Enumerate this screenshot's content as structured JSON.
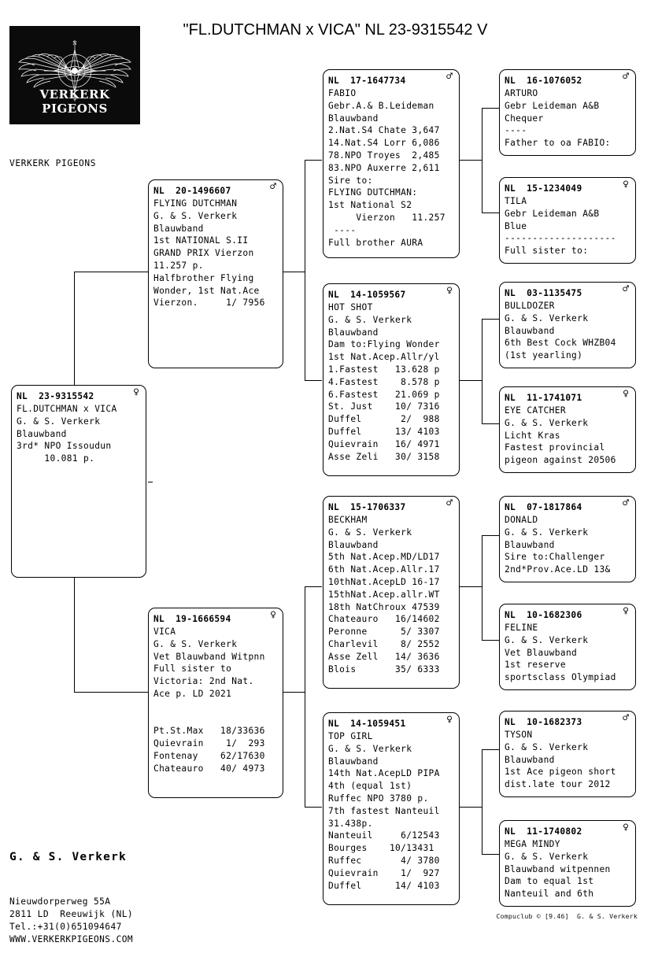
{
  "title": "\"FL.DUTCHMAN x VICA\"  NL  23-9315542 V",
  "logo": {
    "text": "VERKERK PIGEONS",
    "background": "#0b0b0b",
    "foreground": "#ffffff"
  },
  "brandline": "VERKERK PIGEONS",
  "symbols": {
    "male": "♂",
    "female": "♀"
  },
  "subject": {
    "ring": "NL  23-9315542",
    "sex": "♀",
    "lines": [
      "FL.DUTCHMAN x VICA",
      "G. & S. Verkerk",
      "Blauwband",
      "3rd* NPO Issoudun",
      "     10.081 p."
    ]
  },
  "sire": {
    "ring": "NL  20-1496607",
    "sex": "♂",
    "lines": [
      "FLYING DUTCHMAN",
      "G. & S. Verkerk",
      "Blauwband",
      "1st NATIONAL S.II",
      "GRAND PRIX Vierzon",
      "11.257 p.",
      "Halfbrother Flying",
      "Wonder, 1st Nat.Ace",
      "Vierzon.     1/ 7956"
    ]
  },
  "dam": {
    "ring": "NL  19-1666594",
    "sex": "♀",
    "lines": [
      "VICA",
      "G. & S. Verkerk",
      "Vet Blauwband Witpnn",
      "Full sister to",
      "Victoria: 2nd Nat.",
      "Ace p. LD 2021",
      "",
      "",
      "Pt.St.Max   18/33636",
      "Quievrain    1/  293",
      "Fontenay    62/17630",
      "Chateauro   40/ 4973"
    ]
  },
  "grandparents": [
    {
      "ring": "NL  17-1647734",
      "sex": "♂",
      "lines": [
        "FABIO",
        "Gebr.A.& B.Leideman",
        "Blauwband",
        "2.Nat.S4 Chate 3,647",
        "14.Nat.S4 Lorr 6,086",
        "78.NPO Troyes  2,485",
        "83.NPO Auxerre 2,611",
        "Sire to:",
        "FLYING DUTCHMAN:",
        "1st National S2",
        "     Vierzon   11.257",
        " ----",
        "Full brother AURA"
      ]
    },
    {
      "ring": "NL  14-1059567",
      "sex": "♀",
      "lines": [
        "HOT SHOT",
        "G. & S. Verkerk",
        "Blauwband",
        "Dam to:Flying Wonder",
        "1st Nat.Acep.Allr/yl",
        "1.Fastest   13.628 p",
        "4.Fastest    8.578 p",
        "6.Fastest   21.069 p",
        "St. Just    10/ 7316",
        "Duffel       2/  988",
        "Duffel      13/ 4103",
        "Quievrain   16/ 4971",
        "Asse Zeli   30/ 3158"
      ]
    },
    {
      "ring": "NL  15-1706337",
      "sex": "♂",
      "lines": [
        "BECKHAM",
        "G. & S. Verkerk",
        "Blauwband",
        "5th Nat.Acep.MD/LD17",
        "6th Nat.Acep.Allr.17",
        "10thNat.AcepLD 16-17",
        "15thNat.Acep.allr.WT",
        "18th NatChroux 47539",
        "Chateauro   16/14602",
        "Peronne      5/ 3307",
        "Charlevil    8/ 2552",
        "Asse Zell   14/ 3636",
        "Blois       35/ 6333"
      ]
    },
    {
      "ring": "NL  14-1059451",
      "sex": "♀",
      "lines": [
        "TOP GIRL",
        "G. & S. Verkerk",
        "Blauwband",
        "14th Nat.AcepLD PIPA",
        "4th (equal 1st)",
        "Ruffec NPO 3780 p.",
        "7th fastest Nanteuil",
        "31.438p.",
        "Nanteuil     6/12543",
        "Bourges    10/13431",
        "Ruffec       4/ 3780",
        "Quievrain    1/  927",
        "Duffel      14/ 4103"
      ]
    }
  ],
  "greatgrandparents": [
    {
      "ring": "NL  16-1076052",
      "sex": "♂",
      "lines": [
        "ARTURO",
        "Gebr Leideman A&B",
        "Chequer",
        "----",
        "Father to oa FABIO:"
      ]
    },
    {
      "ring": "NL  15-1234049",
      "sex": "♀",
      "lines": [
        "TILA",
        "Gebr Leideman A&B",
        "Blue",
        "--------------------",
        "Full sister to:"
      ]
    },
    {
      "ring": "NL  03-1135475",
      "sex": "♂",
      "lines": [
        "BULLDOZER",
        "G. & S. Verkerk",
        "Blauwband",
        "6th Best Cock WHZB04",
        "(1st yearling)"
      ]
    },
    {
      "ring": "NL  11-1741071",
      "sex": "♀",
      "lines": [
        "EYE CATCHER",
        "G. & S. Verkerk",
        "Licht Kras",
        "Fastest provincial",
        "pigeon against 20506"
      ]
    },
    {
      "ring": "NL  07-1817864",
      "sex": "♂",
      "lines": [
        "DONALD",
        "G. & S. Verkerk",
        "Blauwband",
        "Sire to:Challenger",
        "2nd*Prov.Ace.LD 13&"
      ]
    },
    {
      "ring": "NL  10-1682306",
      "sex": "♀",
      "lines": [
        "FELINE",
        "G. & S. Verkerk",
        "Vet Blauwband",
        "1st reserve",
        "sportsclass Olympiad"
      ]
    },
    {
      "ring": "NL  10-1682373",
      "sex": "♂",
      "lines": [
        "TYSON",
        "G. & S. Verkerk",
        "Blauwband",
        "1st Ace pigeon short",
        "dist.late tour 2012"
      ]
    },
    {
      "ring": "NL  11-1740802",
      "sex": "♀",
      "lines": [
        "MEGA MINDY",
        "G. & S. Verkerk",
        "Blauwband witpennen",
        "Dam to equal 1st",
        "Nanteuil and 6th"
      ]
    }
  ],
  "footer": {
    "name": "G. & S. Verkerk",
    "lines": [
      "Nieuwdorperweg 55A",
      "2811 LD  Reeuwijk (NL)",
      "Tel.:+31(0)651094647",
      "WWW.VERKERKPIGEONS.COM"
    ]
  },
  "credit": "Compuclub © [9.46]  G. & S. Verkerk"
}
